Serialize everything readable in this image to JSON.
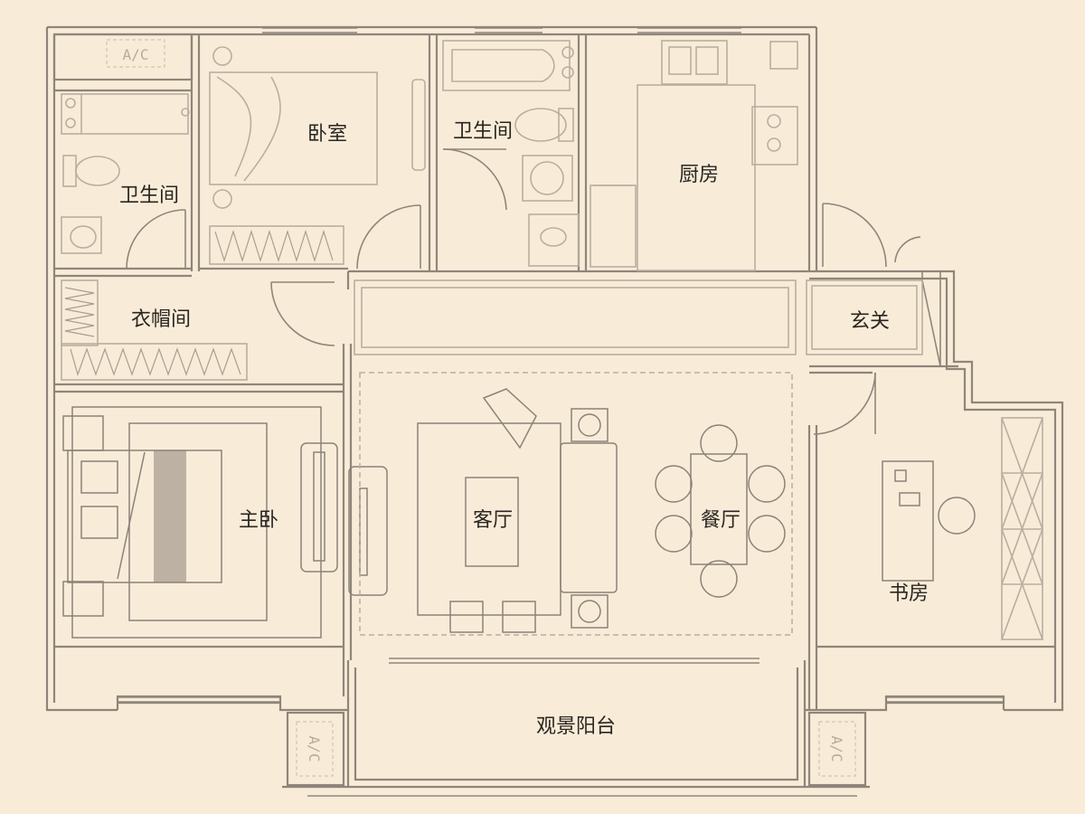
{
  "colors": {
    "background": "#f8ecd9",
    "wall": "#8f857a",
    "fixture": "#b9ae9f",
    "furniture_dark": "#8c8278",
    "text": "#2b2520"
  },
  "rooms": {
    "bathroom_1": "卫生间",
    "bedroom": "卧室",
    "bathroom_2": "卫生间",
    "kitchen": "厨房",
    "cloakroom": "衣帽间",
    "foyer": "玄关",
    "master_bedroom": "主卧",
    "living_room": "客厅",
    "dining_room": "餐厅",
    "study": "书房",
    "balcony": "观景阳台"
  },
  "ac_units": [
    "A/C",
    "A/C",
    "A/C"
  ]
}
